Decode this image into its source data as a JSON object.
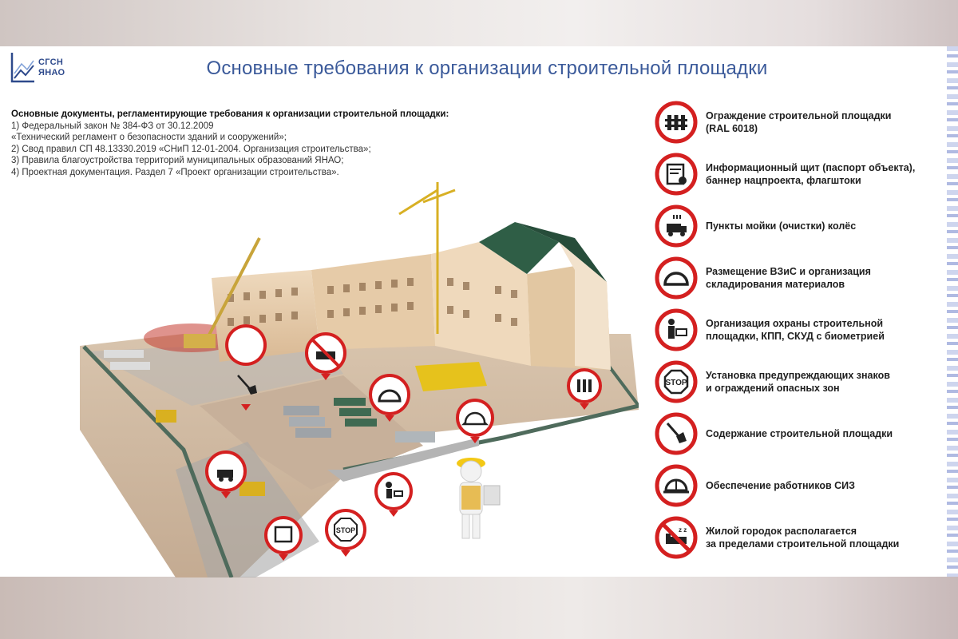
{
  "logo": {
    "line1": "СГСН",
    "line2": "ЯНАО"
  },
  "title": "Основные требования к организации строительной площадки",
  "documents": {
    "heading": "Основные документы, регламентирующие требования к организации строительной площадки:",
    "lines": [
      "1) Федеральный закон № 384-ФЗ от 30.12.2009",
      "«Технический регламент о безопасности зданий и сооружений»;",
      "2) Свод правил СП 48.13330.2019 «СНиП 12-01-2004. Организация строительства»;",
      "3) Правила благоустройства территорий муниципальных образований ЯНАО;",
      "4) Проектная документация. Раздел 7 «Проект организации строительства»."
    ]
  },
  "legend": [
    {
      "icon": "fence-icon",
      "text_1": "Ограждение строительной площадки",
      "text_2": "(RAL 6018)"
    },
    {
      "icon": "info-board-icon",
      "text_1": "Информационный щит (паспорт объекта),",
      "text_2": "баннер нацпроекта, флагштоки"
    },
    {
      "icon": "wheel-wash-icon",
      "text_1": "Пункты мойки (очистки) колёс",
      "text_2": ""
    },
    {
      "icon": "storage-tent-icon",
      "text_1": "Размещение ВЗиС и организация",
      "text_2": "складирования материалов"
    },
    {
      "icon": "security-guard-icon",
      "text_1": "Организация охраны строительной",
      "text_2": "площадки, КПП, СКУД с биометрией"
    },
    {
      "icon": "stop-sign-icon",
      "text_1": "Установка предупреждающих знаков",
      "text_2": "и ограждений опасных зон"
    },
    {
      "icon": "broom-icon",
      "text_1": "Содержание строительной площадки",
      "text_2": ""
    },
    {
      "icon": "hard-hat-icon",
      "text_1": "Обеспечение работников СИЗ",
      "text_2": ""
    },
    {
      "icon": "no-sleeping-icon",
      "text_1": "Жилой городок располагается",
      "text_2": "за пределами строительной площадки"
    }
  ],
  "scene_markers": {
    "stop_label": "STOP"
  },
  "colors": {
    "accent_red": "#d42020",
    "title_blue": "#3b5a9a",
    "fence_green": "#3c5a4a"
  }
}
